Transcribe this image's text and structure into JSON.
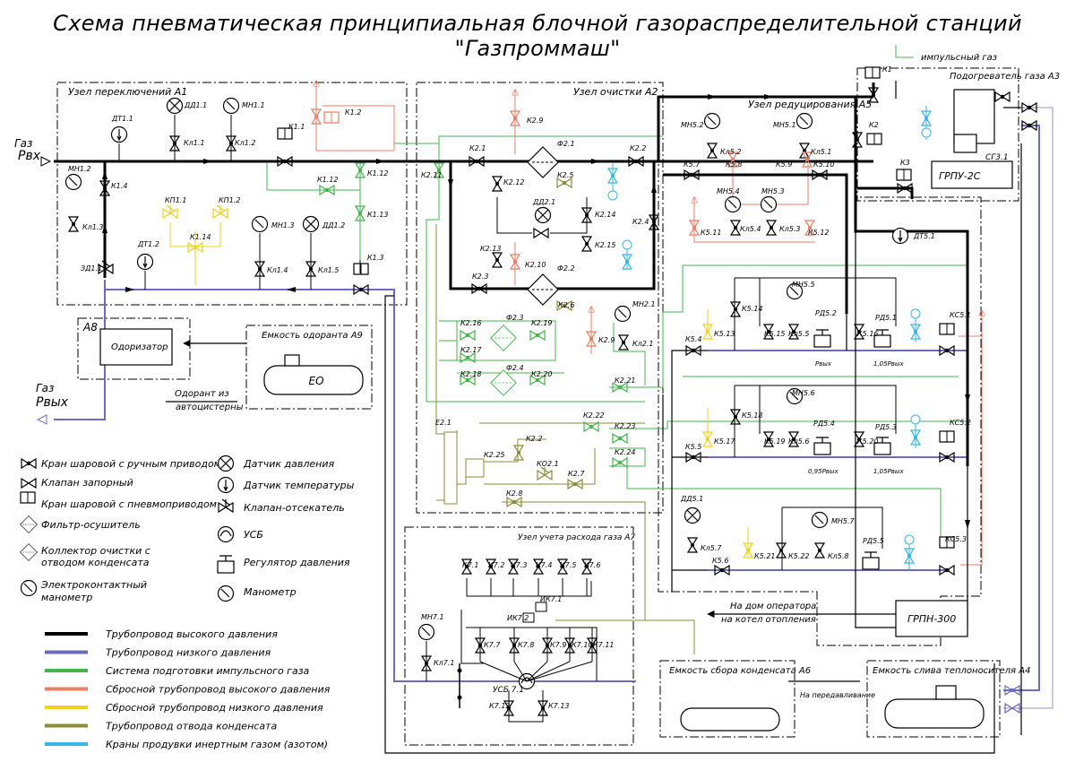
{
  "title": "Схема пневматическая принципиальная блочной газораспределительной станций \"Газпроммаш\"",
  "io": {
    "gas_in": "Газ",
    "p_in": "Рвх",
    "gas_out": "Газ",
    "p_out": "Рвых"
  },
  "blocks": {
    "a1": "Узел переключений А1",
    "a2": "Узел очистки А2",
    "a5": "Узел редуцирования А5",
    "a3": "Подогреватель газа А3",
    "a7": "Узел учета расхода газа А7",
    "a8": "А8",
    "a8_inner": "Одоризатор",
    "a9": "Емкость одоранта А9",
    "a9_inner": "ЕО",
    "a6": "Емкость сбора конденсата А6",
    "a4": "Емкость слива теплоносителя А4"
  },
  "labels": {
    "impulse_gas": "импульсный газ",
    "odorant": "Одорант из",
    "odorant2": "автоцистерны",
    "to_operator": "На дом оператора",
    "to_boiler": "на котел отопления",
    "to_reburn": "На передавливание",
    "grpu": "ГРПУ-2С",
    "grpn": "ГРПН-300",
    "sg31": "СГ3.1",
    "usb": "УСБ 7.1",
    "e21": "Е2.1",
    "pout1": "Рвых",
    "pout2": "1,05Рвых",
    "pout3": "0,95Рвых",
    "pout4": "1,05Рвых"
  },
  "tags": {
    "dt11": "ДТ1.1",
    "dd11": "ДД1.1",
    "mn11": "МН1.1",
    "kl11": "Кл1.1",
    "kl12": "Кл1.2",
    "k11": "К1.1",
    "k12": "К1.2",
    "k112a": "К1.12",
    "k112b": "К1.12",
    "k113": "К1.13",
    "k13": "К1.3",
    "kp11": "КП1.1",
    "kp12": "КП1.2",
    "k114": "К1.14",
    "k14": "К1.4",
    "mn12": "МН1.2",
    "kl13": "Кл1.3",
    "zd11": "ЗД1.1",
    "dt12": "ДТ1.2",
    "mn13": "МН1.3",
    "dd12": "ДД1.2",
    "kl14": "Кл1.4",
    "kl15": "Кл1.5",
    "k29": "К2.9",
    "k21": "К2.1",
    "k22": "К2.2",
    "f21": "Ф2.1",
    "f22": "Ф2.2",
    "k211": "К2.11",
    "k212": "К2.12",
    "dd21": "ДД2.1",
    "k213": "К2.13",
    "k210": "К2.10",
    "k214": "К2.14",
    "k215": "К2.15",
    "k23": "К2.3",
    "k24": "К2.4",
    "k25": "К2.5",
    "k26": "К2.6",
    "mn21": "МН2.1",
    "kl21": "Кл2.1",
    "k29b": "К2.9",
    "f23": "Ф2.3",
    "f24": "Ф2.4",
    "k216": "К2.16",
    "k217": "К2.17",
    "k218": "К2.18",
    "k219": "К2.19",
    "k220": "К2.20",
    "k221": "К2.21",
    "k222": "К2.22",
    "k223": "К2.23",
    "k224": "К2.24",
    "k225": "К2.25",
    "k22b": "К2.2",
    "ko21": "КО2.1",
    "k27": "К2.7",
    "k28": "К2.8",
    "mn52": "МН5.2",
    "mn51": "МН5.1",
    "k57": "К5.7",
    "kl52": "Кл5.2",
    "k58": "К5.8",
    "k59": "К5.9",
    "kl51": "Кл5.1",
    "k510": "К5.10",
    "mn54": "МН5.4",
    "mn53": "МН5.3",
    "k511": "К5.11",
    "kl54": "Кл5.4",
    "kl53": "Кл5.3",
    "k512": "К5.12",
    "dt51": "ДТ5.1",
    "mn55": "МН5.5",
    "k514": "К5.14",
    "k513": "К5.13",
    "k515": "К5.15",
    "kl55": "Кл5.5",
    "rd52": "РД5.2",
    "rd51": "РД5.1",
    "k516": "К5.16",
    "k54": "К5.4",
    "ks1": "КС5.1",
    "mn56": "МН5.6",
    "k518": "К5.18",
    "k517": "К5.17",
    "k519": "К5.19",
    "kl56": "Кл5.6",
    "rd54": "РД5.4",
    "rd53": "РД5.3",
    "k520": "К5.20",
    "k55": "К5.5",
    "ks2": "КС5.2",
    "dd51": "ДД5.1",
    "kl57": "Кл5.7",
    "k56": "К5.6",
    "k521": "К5.21",
    "k522": "К5.22",
    "kl58": "Кл5.8",
    "mn57": "МН5.7",
    "rd55": "РД5.5",
    "ks3": "КС5.3",
    "k1": "К1",
    "k2": "К2",
    "k3": "К3",
    "k71": "К7.1",
    "k72": "К7.2",
    "k73": "К7.3",
    "k74": "К7.4",
    "k75": "К7.5",
    "k76": "К7.6",
    "k77": "К7.7",
    "k78": "К7.8",
    "k79": "К7.9",
    "k710": "К7.10",
    "k711": "К7.11",
    "k712": "К7.12",
    "k713": "К7.13",
    "ik71": "ИК7.1",
    "ik72": "ИК7.2",
    "mn71": "МН7.1",
    "kl71": "Кл7.1"
  },
  "legend": [
    {
      "symbol": "ball-valve-manual",
      "label": "Кран шаровой с ручным приводом"
    },
    {
      "symbol": "shutoff-valve",
      "label": "Клапан запорный"
    },
    {
      "symbol": "ball-valve-pneumatic",
      "label": "Кран шаровой с пневмоприводом"
    },
    {
      "symbol": "filter-dryer",
      "label": "Фильтр-осушитель"
    },
    {
      "symbol": "condensate-collector",
      "label": "Коллектор очистки с"
    },
    {
      "symbol": "condensate-collector-2",
      "label": "отводом конденсата"
    },
    {
      "symbol": "electrocontact-gauge",
      "label": "Электроконтактный"
    },
    {
      "symbol": "electrocontact-gauge-2",
      "label": "манометр"
    },
    {
      "symbol": "pressure-sensor",
      "label": "Датчик давления"
    },
    {
      "symbol": "temperature-sensor",
      "label": "Датчик температуры"
    },
    {
      "symbol": "shutoff-cutoff-valve",
      "label": "Клапан-отсекатель"
    },
    {
      "symbol": "usb",
      "label": "УСБ"
    },
    {
      "symbol": "pressure-regulator",
      "label": "Регулятор давления"
    },
    {
      "symbol": "manometer",
      "label": "Манометр"
    }
  ],
  "line_legend": [
    {
      "color": "#000000",
      "label": "Трубопровод высокого давления"
    },
    {
      "color": "#6b6bc0",
      "label": "Трубопровод низкого давления"
    },
    {
      "color": "#43b649",
      "label": "Система подготовки импульсного газа"
    },
    {
      "color": "#ee7c62",
      "label": "Сбросной трубопровод высокого давления"
    },
    {
      "color": "#f2d21b",
      "label": "Сбросной трубопровод низкого давления"
    },
    {
      "color": "#8b8b3c",
      "label": "Трубопровод отвода конденсата"
    },
    {
      "color": "#35b6e6",
      "label": "Краны продувки инертным газом (азотом)"
    }
  ],
  "colors": {
    "high": "#000000",
    "low": "#6b6bc0",
    "impulse": "#43b649",
    "blowoff_high": "#ee7c62",
    "blowoff_low": "#f2d21b",
    "condensate": "#8b8b3c",
    "nitrogen": "#35b6e6"
  }
}
